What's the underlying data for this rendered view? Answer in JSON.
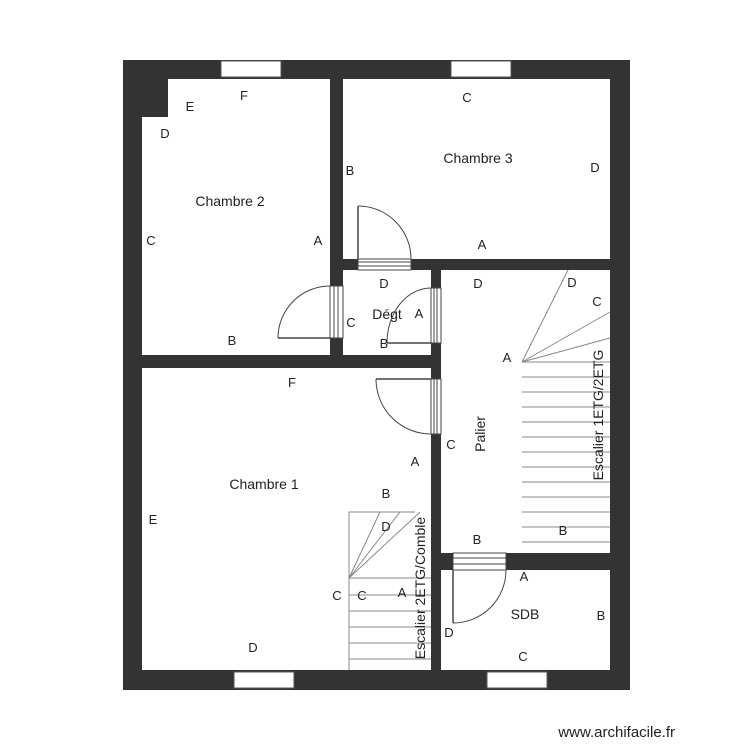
{
  "colors": {
    "wall": "#333333",
    "floor": "#ffffff",
    "line": "#555555"
  },
  "rooms": {
    "chambre2": "Chambre 2",
    "chambre3": "Chambre 3",
    "chambre1": "Chambre 1",
    "degt": "Dégt",
    "palier": "Palier",
    "sdb": "SDB",
    "escalier_1": "Escalier 1ETG/2ETG",
    "escalier_2": "Escalier 2ETG/Comble"
  },
  "wall_labels": {
    "c2_top": "F",
    "c2_e": "E",
    "c2_d": "D",
    "c2_left": "C",
    "c2_right": "A",
    "c2_bottom": "B",
    "c3_top": "C",
    "c3_left": "B",
    "c3_right": "D",
    "c3_bottom": "A",
    "dg_top": "D",
    "dg_left": "C",
    "dg_right": "A",
    "dg_bottom": "B",
    "pa_top": "D",
    "pa_c": "C",
    "pa_a": "A",
    "pa_bottom": "B",
    "st1_d": "D",
    "st1_c": "C",
    "st1_a": "A",
    "st1_b": "B",
    "c1_top": "F",
    "c1_left": "E",
    "c1_right": "A",
    "c1_bottom": "D",
    "c1_c": "C",
    "st2_b": "B",
    "st2_d": "D",
    "st2_c": "C",
    "st2_a": "A",
    "sdb_a": "A",
    "sdb_b": "B",
    "sdb_c": "C",
    "sdb_d": "D"
  },
  "watermark": "www.archifacile.fr"
}
